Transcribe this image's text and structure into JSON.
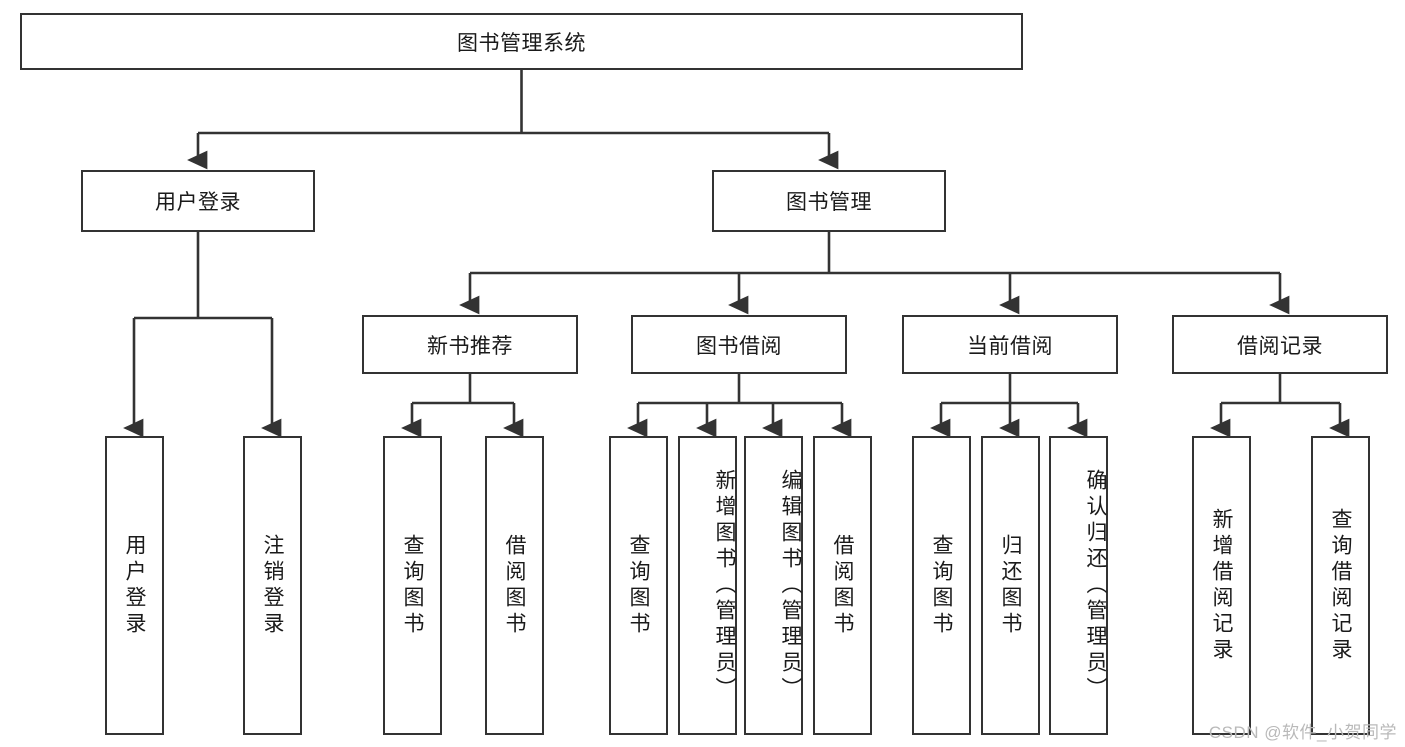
{
  "diagram": {
    "title": "图书管理系统",
    "type": "hierarchy-tree",
    "stroke_color": "#333333",
    "fill_color": "#ffffff",
    "text_color": "#1a1a1a",
    "watermark": "CSDN @软件_小贺同学",
    "nodes": {
      "root": {
        "label": "图书管理系统"
      },
      "level2": [
        {
          "id": "user-login",
          "label": "用户登录"
        },
        {
          "id": "book-management",
          "label": "图书管理"
        }
      ],
      "level3": [
        {
          "id": "new-book-recommend",
          "label": "新书推荐"
        },
        {
          "id": "book-borrow",
          "label": "图书借阅"
        },
        {
          "id": "current-borrow",
          "label": "当前借阅"
        },
        {
          "id": "borrow-record",
          "label": "借阅记录"
        }
      ],
      "leaves": {
        "user_login": [
          {
            "id": "leaf-user-login",
            "label": "用户登录"
          },
          {
            "id": "leaf-logout",
            "label": "注销登录"
          }
        ],
        "new_book_recommend": [
          {
            "id": "leaf-query-book-1",
            "label": "查询图书"
          },
          {
            "id": "leaf-borrow-book-1",
            "label": "借阅图书"
          }
        ],
        "book_borrow": [
          {
            "id": "leaf-query-book-2",
            "label": "查询图书"
          },
          {
            "id": "leaf-add-book",
            "label": "新增图书（管理员）"
          },
          {
            "id": "leaf-edit-book",
            "label": "编辑图书（管理员）"
          },
          {
            "id": "leaf-borrow-book-2",
            "label": "借阅图书"
          }
        ],
        "current_borrow": [
          {
            "id": "leaf-query-book-3",
            "label": "查询图书"
          },
          {
            "id": "leaf-return-book",
            "label": "归还图书"
          },
          {
            "id": "leaf-confirm-return",
            "label": "确认归还（管理员）"
          }
        ],
        "borrow_record": [
          {
            "id": "leaf-add-record",
            "label": "新增借阅记录"
          },
          {
            "id": "leaf-query-record",
            "label": "查询借阅记录"
          }
        ]
      }
    }
  }
}
